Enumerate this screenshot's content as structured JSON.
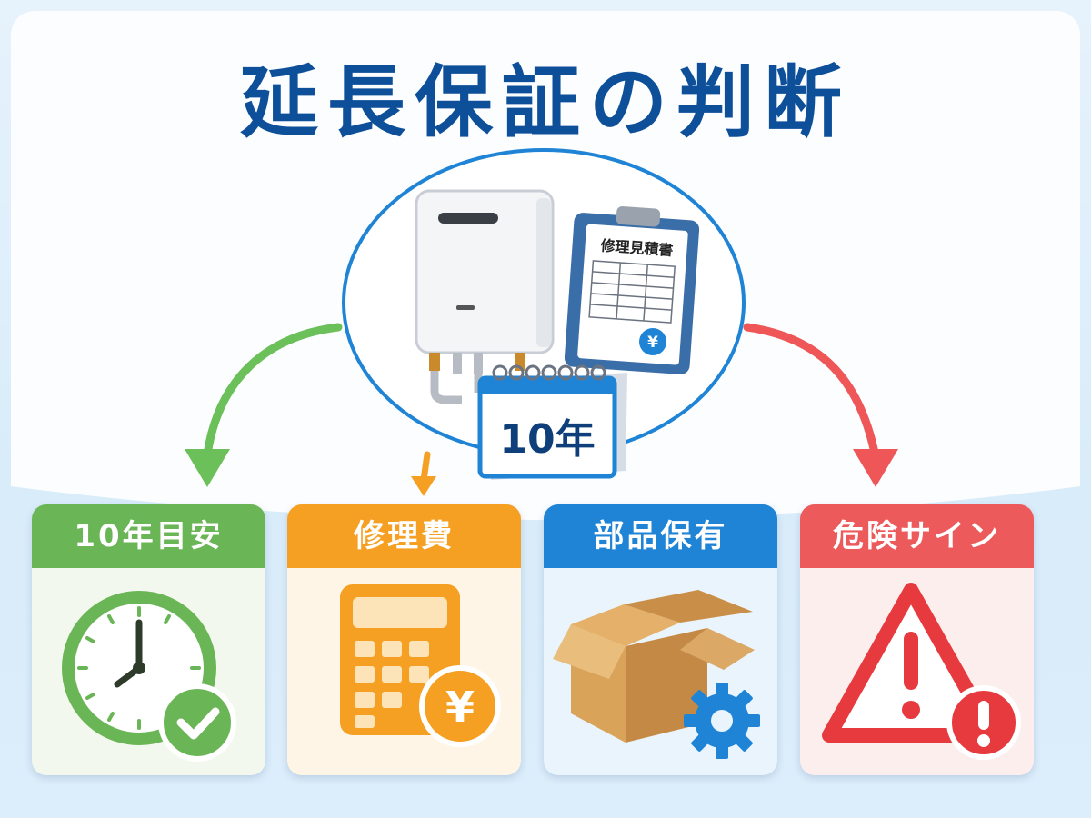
{
  "title": "延長保証の判断",
  "center": {
    "clipboard_label": "修理見積書",
    "calendar_label": "10年",
    "yen_symbol": "¥"
  },
  "cards": [
    {
      "label": "10年目安",
      "icon": "clock-check-icon"
    },
    {
      "label": "修理費",
      "icon": "calculator-yen-icon"
    },
    {
      "label": "部品保有",
      "icon": "box-gear-icon"
    },
    {
      "label": "危険サイン",
      "icon": "warning-icon"
    }
  ],
  "colors": {
    "title": "#0e4f9a",
    "green": "#6ab556",
    "orange": "#f5a022",
    "blue": "#1f84d6",
    "red": "#ec5a5c"
  }
}
